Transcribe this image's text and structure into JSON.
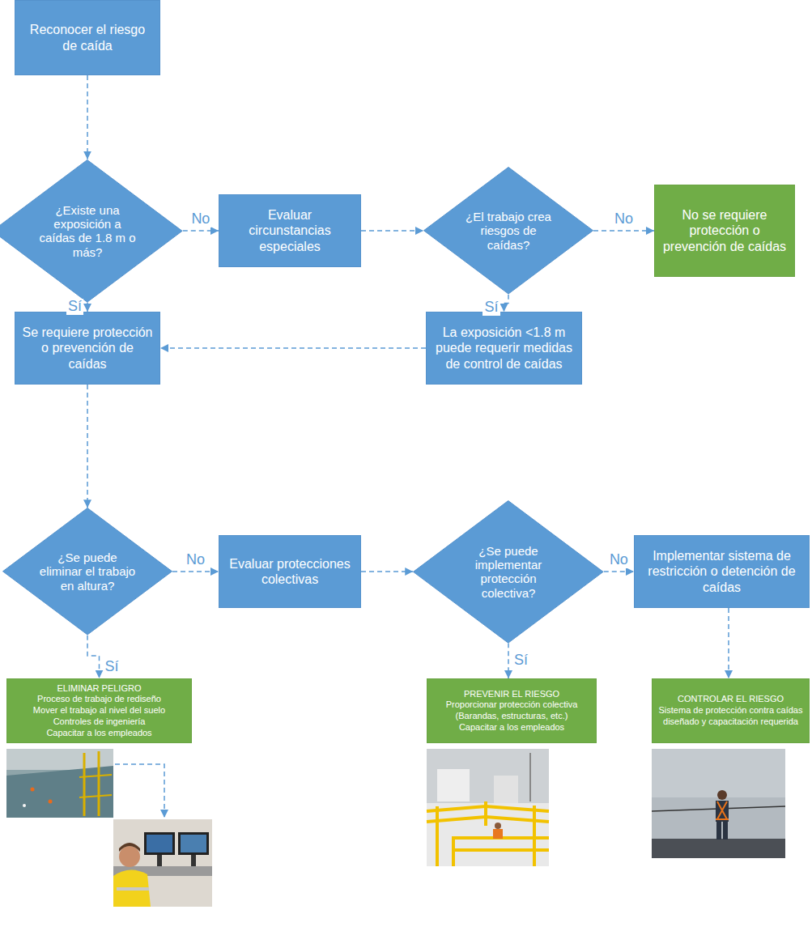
{
  "diagram": {
    "nodes": [
      {
        "text": [
          "Reconocer el riesgo de caída"
        ]
      },
      {
        "text": [
          "¿Existe una exposición a caídas de 1.8 m o más?"
        ]
      },
      {
        "text": [
          "Evaluar circunstancias especiales"
        ]
      },
      {
        "text": [
          "¿El trabajo crea riesgos de caídas?"
        ]
      },
      {
        "text": [
          "No se requiere protección o prevención de caídas"
        ]
      },
      {
        "text": [
          "Se requiere protección o prevención de caídas"
        ]
      },
      {
        "text": [
          "La exposición <1.8 m puede requerir medidas de control de caídas"
        ]
      },
      {
        "text": [
          "¿Se puede eliminar el trabajo en altura?"
        ]
      },
      {
        "text": [
          "Evaluar protecciones colectivas"
        ]
      },
      {
        "text": [
          "¿Se puede implementar protección colectiva?"
        ]
      },
      {
        "text": [
          "Implementar sistema de restricción o detención de caídas"
        ]
      },
      {
        "text": [
          "ELIMINAR PELIGRO",
          "Proceso de trabajo de rediseño",
          "Mover el trabajo al nivel del suelo",
          "Controles de ingeniería",
          "Capacitar a los empleados"
        ]
      },
      {
        "text": [
          "PREVENIR EL RIESGO",
          "Proporcionar protección colectiva (Barandas, estructuras, etc.)",
          "Capacitar a los empleados"
        ]
      },
      {
        "text": [
          "CONTROLAR EL RIESGO",
          "Sistema de protección contra caídas diseñado y capacitación requerida"
        ]
      }
    ],
    "edges": [
      {
        "from": 0,
        "to": 1,
        "arrow": "to"
      },
      {
        "from": 1,
        "to": 2,
        "label": "No",
        "arrow": "to"
      },
      {
        "from": 1,
        "to": 5,
        "label": "Sí",
        "arrow": "to"
      },
      {
        "from": 2,
        "to": 3,
        "arrow": "to"
      },
      {
        "from": 3,
        "to": 4,
        "label": "No",
        "arrow": "to"
      },
      {
        "from": 3,
        "to": 6,
        "label": "Sí",
        "arrow": "to"
      },
      {
        "from": 6,
        "to": 5,
        "arrow": "to"
      },
      {
        "from": 5,
        "to": 7,
        "arrow": "to"
      },
      {
        "from": 7,
        "to": 8,
        "label": "No",
        "arrow": "to"
      },
      {
        "from": 7,
        "to": 11,
        "label": "Sí",
        "arrow": "to"
      },
      {
        "from": 8,
        "to": 9,
        "arrow": "to"
      },
      {
        "from": 9,
        "to": 10,
        "label": "No",
        "arrow": "to"
      },
      {
        "from": 9,
        "to": 12,
        "label": "Sí",
        "arrow": "to"
      },
      {
        "from": 10,
        "to": 13,
        "arrow": "to"
      }
    ]
  }
}
